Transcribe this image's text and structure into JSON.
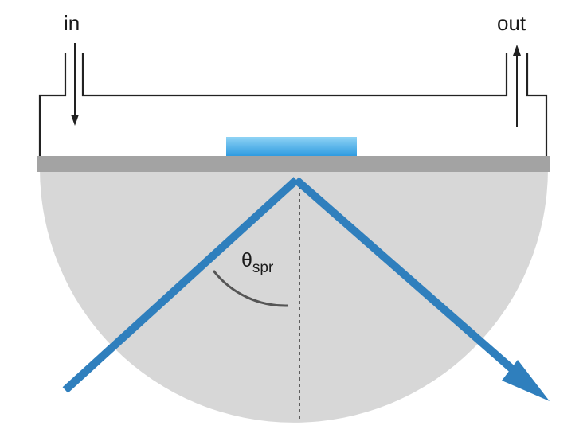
{
  "labels": {
    "inlet": "in",
    "outlet": "out",
    "angle_symbol": "θ",
    "angle_subscript": "spr"
  },
  "colors": {
    "beam": "#2f7fbd",
    "prism": "#d7d7d7",
    "metal_film": "#a3a3a3",
    "sample": "#49aee6",
    "flow_cell_outline": "#222222",
    "arc": "#555555"
  }
}
